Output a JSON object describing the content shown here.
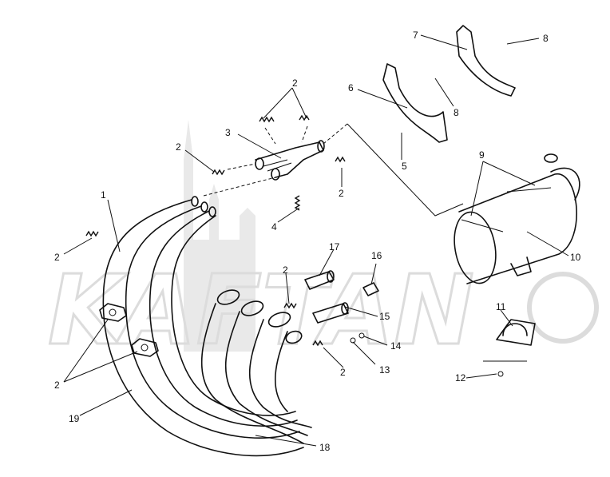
{
  "watermark": "KAFTAN",
  "callouts": [
    {
      "id": "c1",
      "text": "1"
    },
    {
      "id": "c2a",
      "text": "2"
    },
    {
      "id": "c2b",
      "text": "2"
    },
    {
      "id": "c2c",
      "text": "2"
    },
    {
      "id": "c2d",
      "text": "2"
    },
    {
      "id": "c2e",
      "text": "2"
    },
    {
      "id": "c2f",
      "text": "2"
    },
    {
      "id": "c2g",
      "text": "2"
    },
    {
      "id": "c3",
      "text": "3"
    },
    {
      "id": "c4",
      "text": "4"
    },
    {
      "id": "c5",
      "text": "5"
    },
    {
      "id": "c6",
      "text": "6"
    },
    {
      "id": "c7",
      "text": "7"
    },
    {
      "id": "c8a",
      "text": "8"
    },
    {
      "id": "c8b",
      "text": "8"
    },
    {
      "id": "c9",
      "text": "9"
    },
    {
      "id": "c10",
      "text": "10"
    },
    {
      "id": "c11",
      "text": "11"
    },
    {
      "id": "c12",
      "text": "12"
    },
    {
      "id": "c13",
      "text": "13"
    },
    {
      "id": "c14",
      "text": "14"
    },
    {
      "id": "c15",
      "text": "15"
    },
    {
      "id": "c16",
      "text": "16"
    },
    {
      "id": "c17",
      "text": "17"
    },
    {
      "id": "c18",
      "text": "18"
    },
    {
      "id": "c19",
      "text": "19"
    }
  ]
}
